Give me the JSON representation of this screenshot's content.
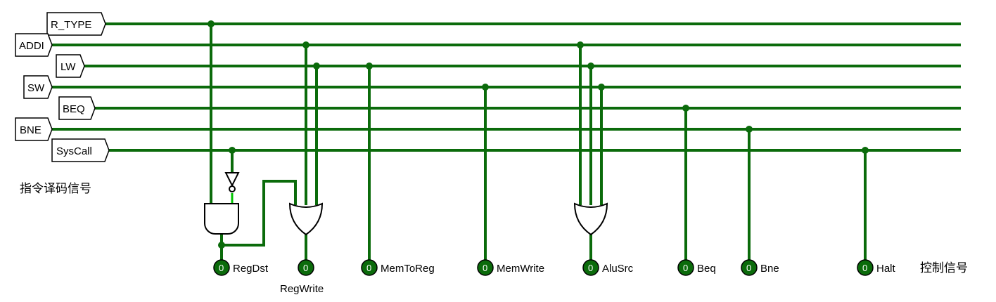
{
  "inputs": {
    "r_type": "R_TYPE",
    "addi": "ADDI",
    "lw": "LW",
    "sw": "SW",
    "beq": "BEQ",
    "bne": "BNE",
    "syscall": "SysCall"
  },
  "left_caption": "指令译码信号",
  "right_caption": "控制信号",
  "outputs": {
    "regdst": {
      "label": "RegDst",
      "value": "0"
    },
    "regwrite": {
      "label": "RegWrite",
      "value": "0"
    },
    "memtoreg": {
      "label": "MemToReg",
      "value": "0"
    },
    "memwrite": {
      "label": "MemWrite",
      "value": "0"
    },
    "alusrc": {
      "label": "AluSrc",
      "value": "0"
    },
    "beq": {
      "label": "Beq",
      "value": "0"
    },
    "bne": {
      "label": "Bne",
      "value": "0"
    },
    "halt": {
      "label": "Halt",
      "value": "0"
    }
  },
  "colors": {
    "wire": "#0b6b0b",
    "wire_highlight": "#00c400",
    "gate_stroke": "#000000"
  }
}
